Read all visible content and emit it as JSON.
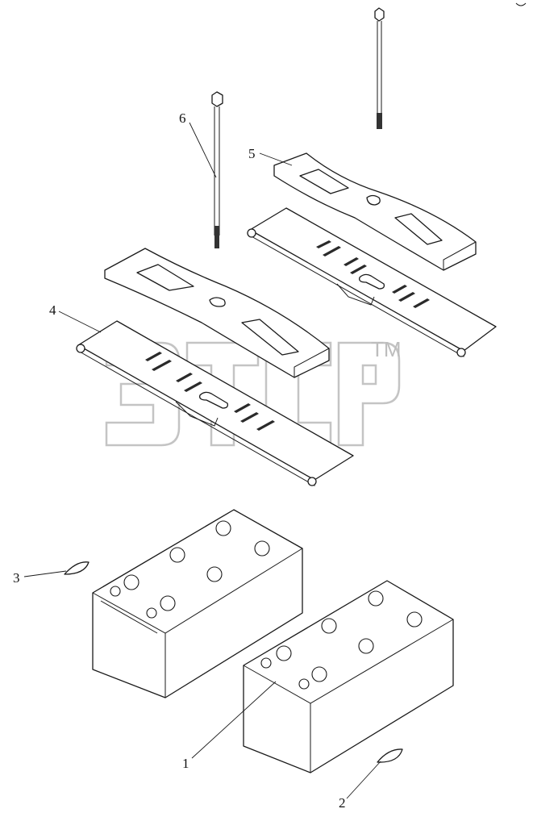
{
  "callouts": [
    "1",
    "2",
    "3",
    "4",
    "5",
    "6"
  ],
  "watermark": {
    "text": "ЭТСР",
    "mark": "TM"
  }
}
